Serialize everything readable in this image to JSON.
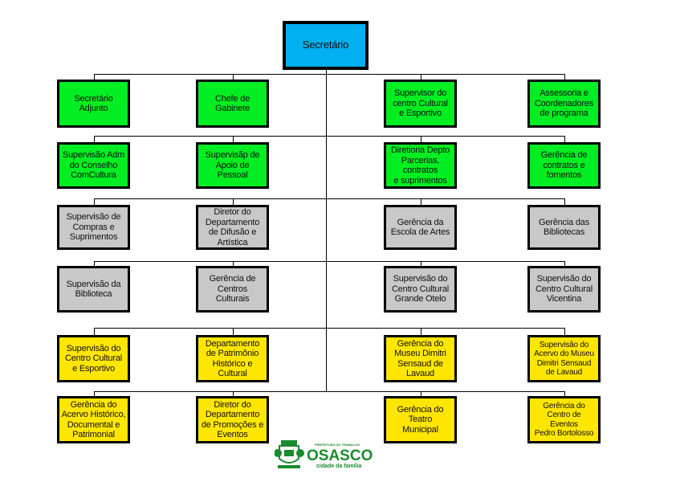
{
  "title": "Secretário",
  "colors": {
    "top": "#00b0f0",
    "green": "#00ee22",
    "gray": "#c8c8c8",
    "yellow": "#ffe600"
  },
  "rows": [
    {
      "color": "green",
      "boxes": [
        "Secretário\nAdjunto",
        "Chefe de\nGabinete",
        "Supervisor do\ncentro Cultural\ne Esportivo",
        "Assessoria e\nCoordenadores\nde programa"
      ]
    },
    {
      "color": "green",
      "boxes": [
        "Supervisão Adm\ndo Conselho\nComCultura",
        "Supervisãp de\nApoio de\nPessoal",
        "Diretioria Depto\nParcerias,\ncontratos\ne suprimentos",
        "Gerência de\ncontratos e\nfomentos"
      ]
    },
    {
      "color": "gray",
      "boxes": [
        "Supervisão de\nCompras e\nSuprimentos",
        "Diretor do\nDepartamento\nde Difusão e\nArtística",
        "Gerência da\nEscola de Artes",
        "Gerência das\nBibliotecas"
      ]
    },
    {
      "color": "gray",
      "boxes": [
        "Supervisão da\nBiblioteca",
        "Gerência de\nCentros\nCulturais",
        "Supervisão do\nCentro Cultural\nGrande Otelo",
        "Supervisão do\nCentro Cultural\nVicentina"
      ]
    },
    {
      "color": "yellow",
      "boxes": [
        "Supervisão do\nCentro Cultural\ne Esportivo",
        "Departamento\nde Patrimônio\nHistórico e\nCultural",
        "Gerência do\nMuseu Dimitri\nSensaud de\nLavaud",
        "Supervisão do\nAcervo do Museu\nDimitri Sensaud\nde Lavaud"
      ]
    },
    {
      "color": "yellow",
      "boxes": [
        "Gerência do\nAcervo Histórico,\nDocumental e\nPatrimonial",
        "Diretor do\nDepartamento\nde Promoções e\nEventos",
        "Gerência do\nTeatro\nMunicipal",
        "Gerência do\nCentro de\nEventos\nPedro Bortolosso"
      ]
    }
  ],
  "logo": {
    "tagline_top": "PREFEITURA DO TRABALHO",
    "name": "OSASCO",
    "tagline_bottom": "cidade da família"
  }
}
